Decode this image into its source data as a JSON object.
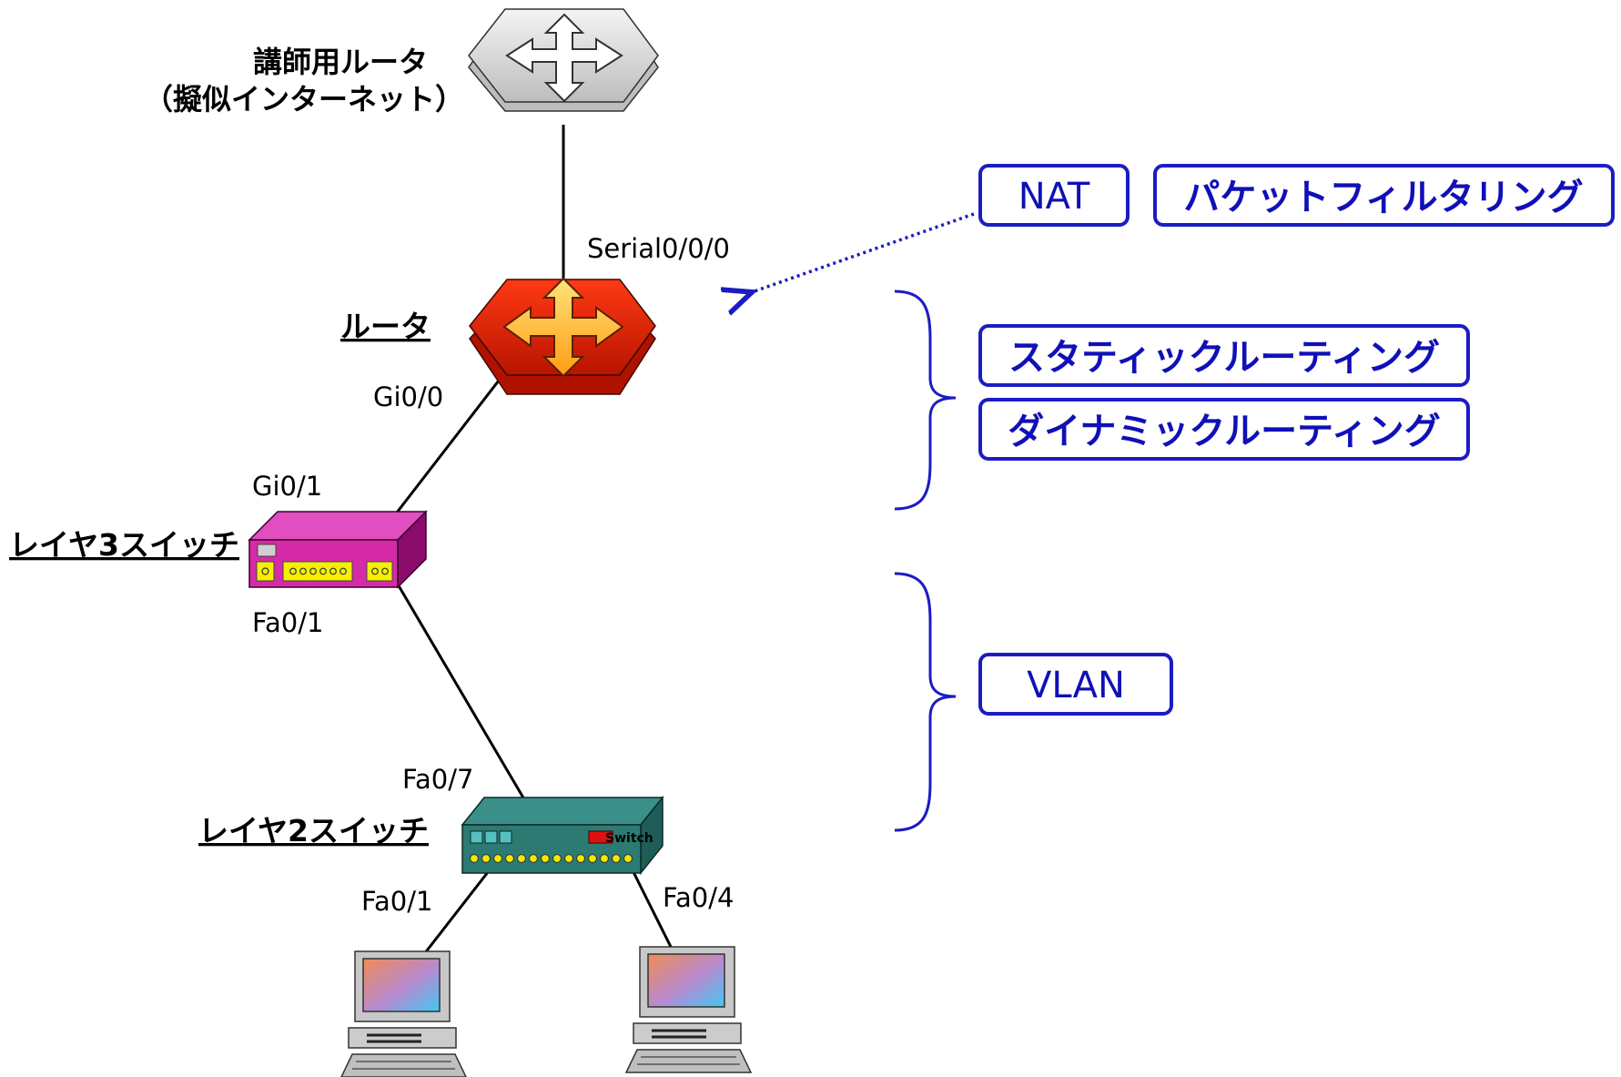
{
  "nodes": {
    "instructor_router": {
      "line1": "講師用ルータ",
      "line2": "（擬似インターネット）"
    },
    "router": {
      "label": "ルータ"
    },
    "l3_switch": {
      "label": "レイヤ3スイッチ"
    },
    "l2_switch": {
      "label": "レイヤ2スイッチ",
      "badge": "Switch"
    }
  },
  "ports": {
    "router_serial": "Serial0/0/0",
    "router_gi": "Gi0/0",
    "l3_gi": "Gi0/1",
    "l3_fa": "Fa0/1",
    "l2_uplink": "Fa0/7",
    "l2_pc1": "Fa0/1",
    "l2_pc2": "Fa0/4"
  },
  "features": {
    "nat": "NAT",
    "packet_filtering": "パケットフィルタリング",
    "static_routing": "スタティックルーティング",
    "dynamic_routing": "ダイナミックルーティング",
    "vlan": "VLAN"
  },
  "colors": {
    "feature_border": "#1c1cc4",
    "feature_text": "#1010b8",
    "brace": "#1c1cc4",
    "router": "#e02a0a",
    "l3_switch": "#d62aa8",
    "l2_switch": "#2c7a72"
  },
  "icons": {
    "instructor_router": "router-icon",
    "router": "router-icon",
    "l3_switch": "layer3-switch-icon",
    "l2_switch": "layer2-switch-icon",
    "pc": "desktop-computer-icon"
  }
}
